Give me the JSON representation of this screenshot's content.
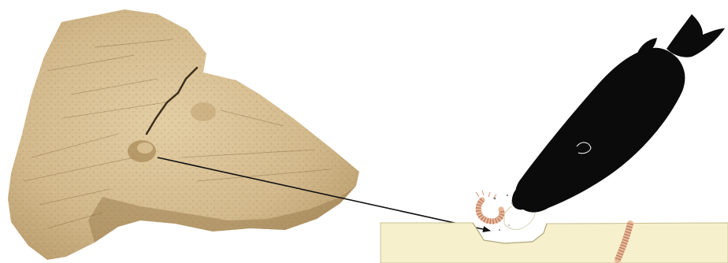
{
  "figure": {
    "panels": [
      {
        "id": "fossil",
        "subject": "trace-fossil-slab"
      },
      {
        "id": "reconstruction",
        "subject": "fish-feeding-on-burrowing-worm"
      }
    ],
    "icons": [
      "rock-slab-icon",
      "fish-silhouette-icon",
      "worm-icon",
      "arrow-icon"
    ],
    "colors": {
      "rock_base": "#d2b98c",
      "rock_shadow": "#a98a5a",
      "rock_light": "#e6d3ab",
      "sediment": "#f6f0cc",
      "sediment_edge": "#c9bf93",
      "fish": "#0b0b0b",
      "worm": "#e7b89a",
      "worm_segment": "#b9785a",
      "arrow": "#111111"
    }
  }
}
